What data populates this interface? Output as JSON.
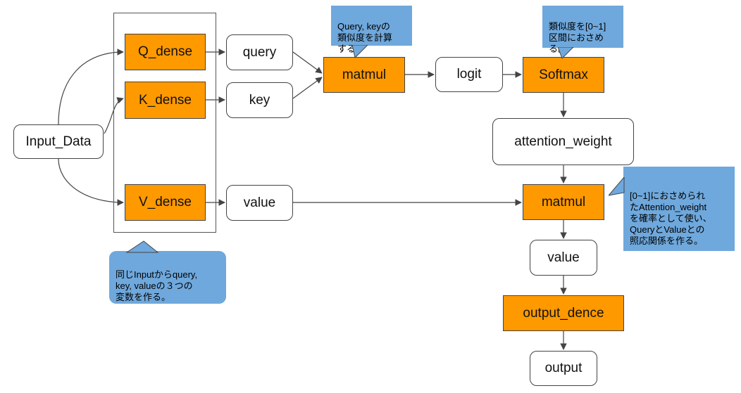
{
  "nodes": {
    "input_data": "Input_Data",
    "q_dense": "Q_dense",
    "k_dense": "K_dense",
    "v_dense": "V_dense",
    "query": "query",
    "key": "key",
    "value_in": "value",
    "matmul_1": "matmul",
    "logit": "logit",
    "softmax": "Softmax",
    "attention_weight": "attention_weight",
    "matmul_2": "matmul",
    "value_out": "value",
    "output_dence": "output_dence",
    "output": "output"
  },
  "notes": {
    "similarity": "Query, keyの\n類似度を計算\nする。",
    "normalize": "類似度を[0~1]\n区間におさめ\nる。",
    "attention": "[0~1]におさめられ\nたAttention_weight\nを確率として使い、\nQueryとValueとの\n照応関係を作る。",
    "split": "同じInputからquery,\nkey, valueの３つの\n変数を作る。"
  },
  "colors": {
    "operation_fill": "#ff9900",
    "data_fill": "#ffffff",
    "note_fill": "#6fa8dc",
    "stroke": "#444444"
  }
}
